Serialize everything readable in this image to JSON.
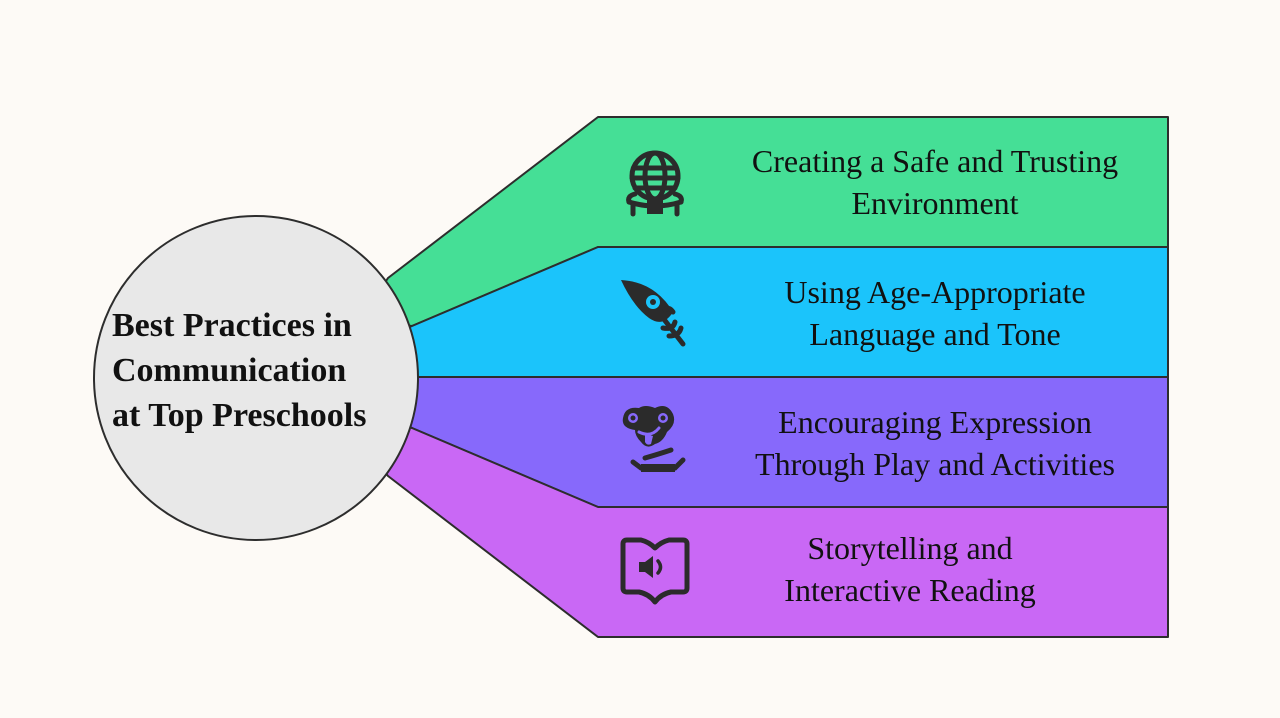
{
  "center": {
    "title_lines": [
      "Best Practices in",
      "Communication",
      "at Top Preschools"
    ],
    "fill": "#e8e8e8",
    "stroke": "#333333"
  },
  "items": [
    {
      "lines": [
        "Creating a Safe and Trusting",
        "Environment"
      ],
      "icon": "globe-stand-icon",
      "color": "#45df96"
    },
    {
      "lines": [
        "Using Age-Appropriate",
        "Language and Tone"
      ],
      "icon": "feather-icon",
      "color": "#1bc4fb"
    },
    {
      "lines": [
        "Encouraging Expression",
        "Through Play and Activities"
      ],
      "icon": "playful-face-icon",
      "color": "#8769fb"
    },
    {
      "lines": [
        "Storytelling and",
        "Interactive Reading"
      ],
      "icon": "audio-book-icon",
      "color": "#c968f5"
    }
  ],
  "colors": {
    "background": "#fdfaf6",
    "outline": "#2d2d2d",
    "icon": "#2b2b2b"
  }
}
